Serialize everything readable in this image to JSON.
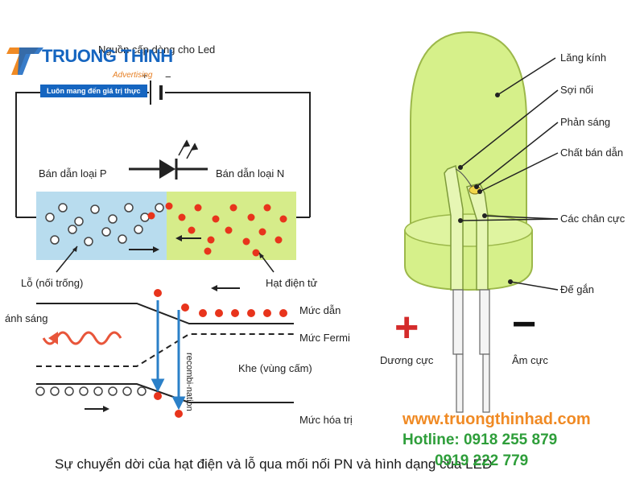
{
  "logo": {
    "brand": "TRUONG THINH",
    "sub": "Advertising",
    "slogan": "Luôn mang đến giá trị thực"
  },
  "pn_diagram": {
    "power_source": "Nguồn cấp dòng cho Led",
    "p_type": "Bán dẫn loại P",
    "n_type": "Bán dẫn loại N",
    "hole": "Lỗ (nối trống)",
    "electron": "Hạt điện tử"
  },
  "energy_diagram": {
    "light": "ánh sáng",
    "conduction": "Mức dẫn",
    "fermi": "Mức Fermi",
    "gap": "Khe (vùng cấm)",
    "valence": "Mức hóa trị",
    "recombination": "recombi-nation"
  },
  "led": {
    "lens": "Lăng kính",
    "wire": "Sợi nối",
    "reflector": "Phản sáng",
    "semiconductor": "Chất bán dẫn",
    "leads": "Các chân cực",
    "base": "Đế gắn",
    "anode": "Dương cực",
    "cathode": "Âm cực",
    "plus": "+",
    "minus": "−"
  },
  "caption": "Sự chuyển dời của hạt điện và lỗ qua mối nối PN và hình dạng của LED",
  "watermark": {
    "website": "www.truongthinhad.com",
    "hotline1": "Hotline: 0918 255 879",
    "hotline2": "0919 222 779"
  },
  "colors": {
    "p_region": "#b8dcee",
    "n_region": "#d6ec8a",
    "electron": "#e8341c",
    "band_arrow": "#2b80c8",
    "led_body": "#d6f08a",
    "plus": "#d42b2b",
    "brand_blue": "#1565c0",
    "brand_orange": "#f08a24",
    "hotline_green": "#2e9e3a"
  }
}
